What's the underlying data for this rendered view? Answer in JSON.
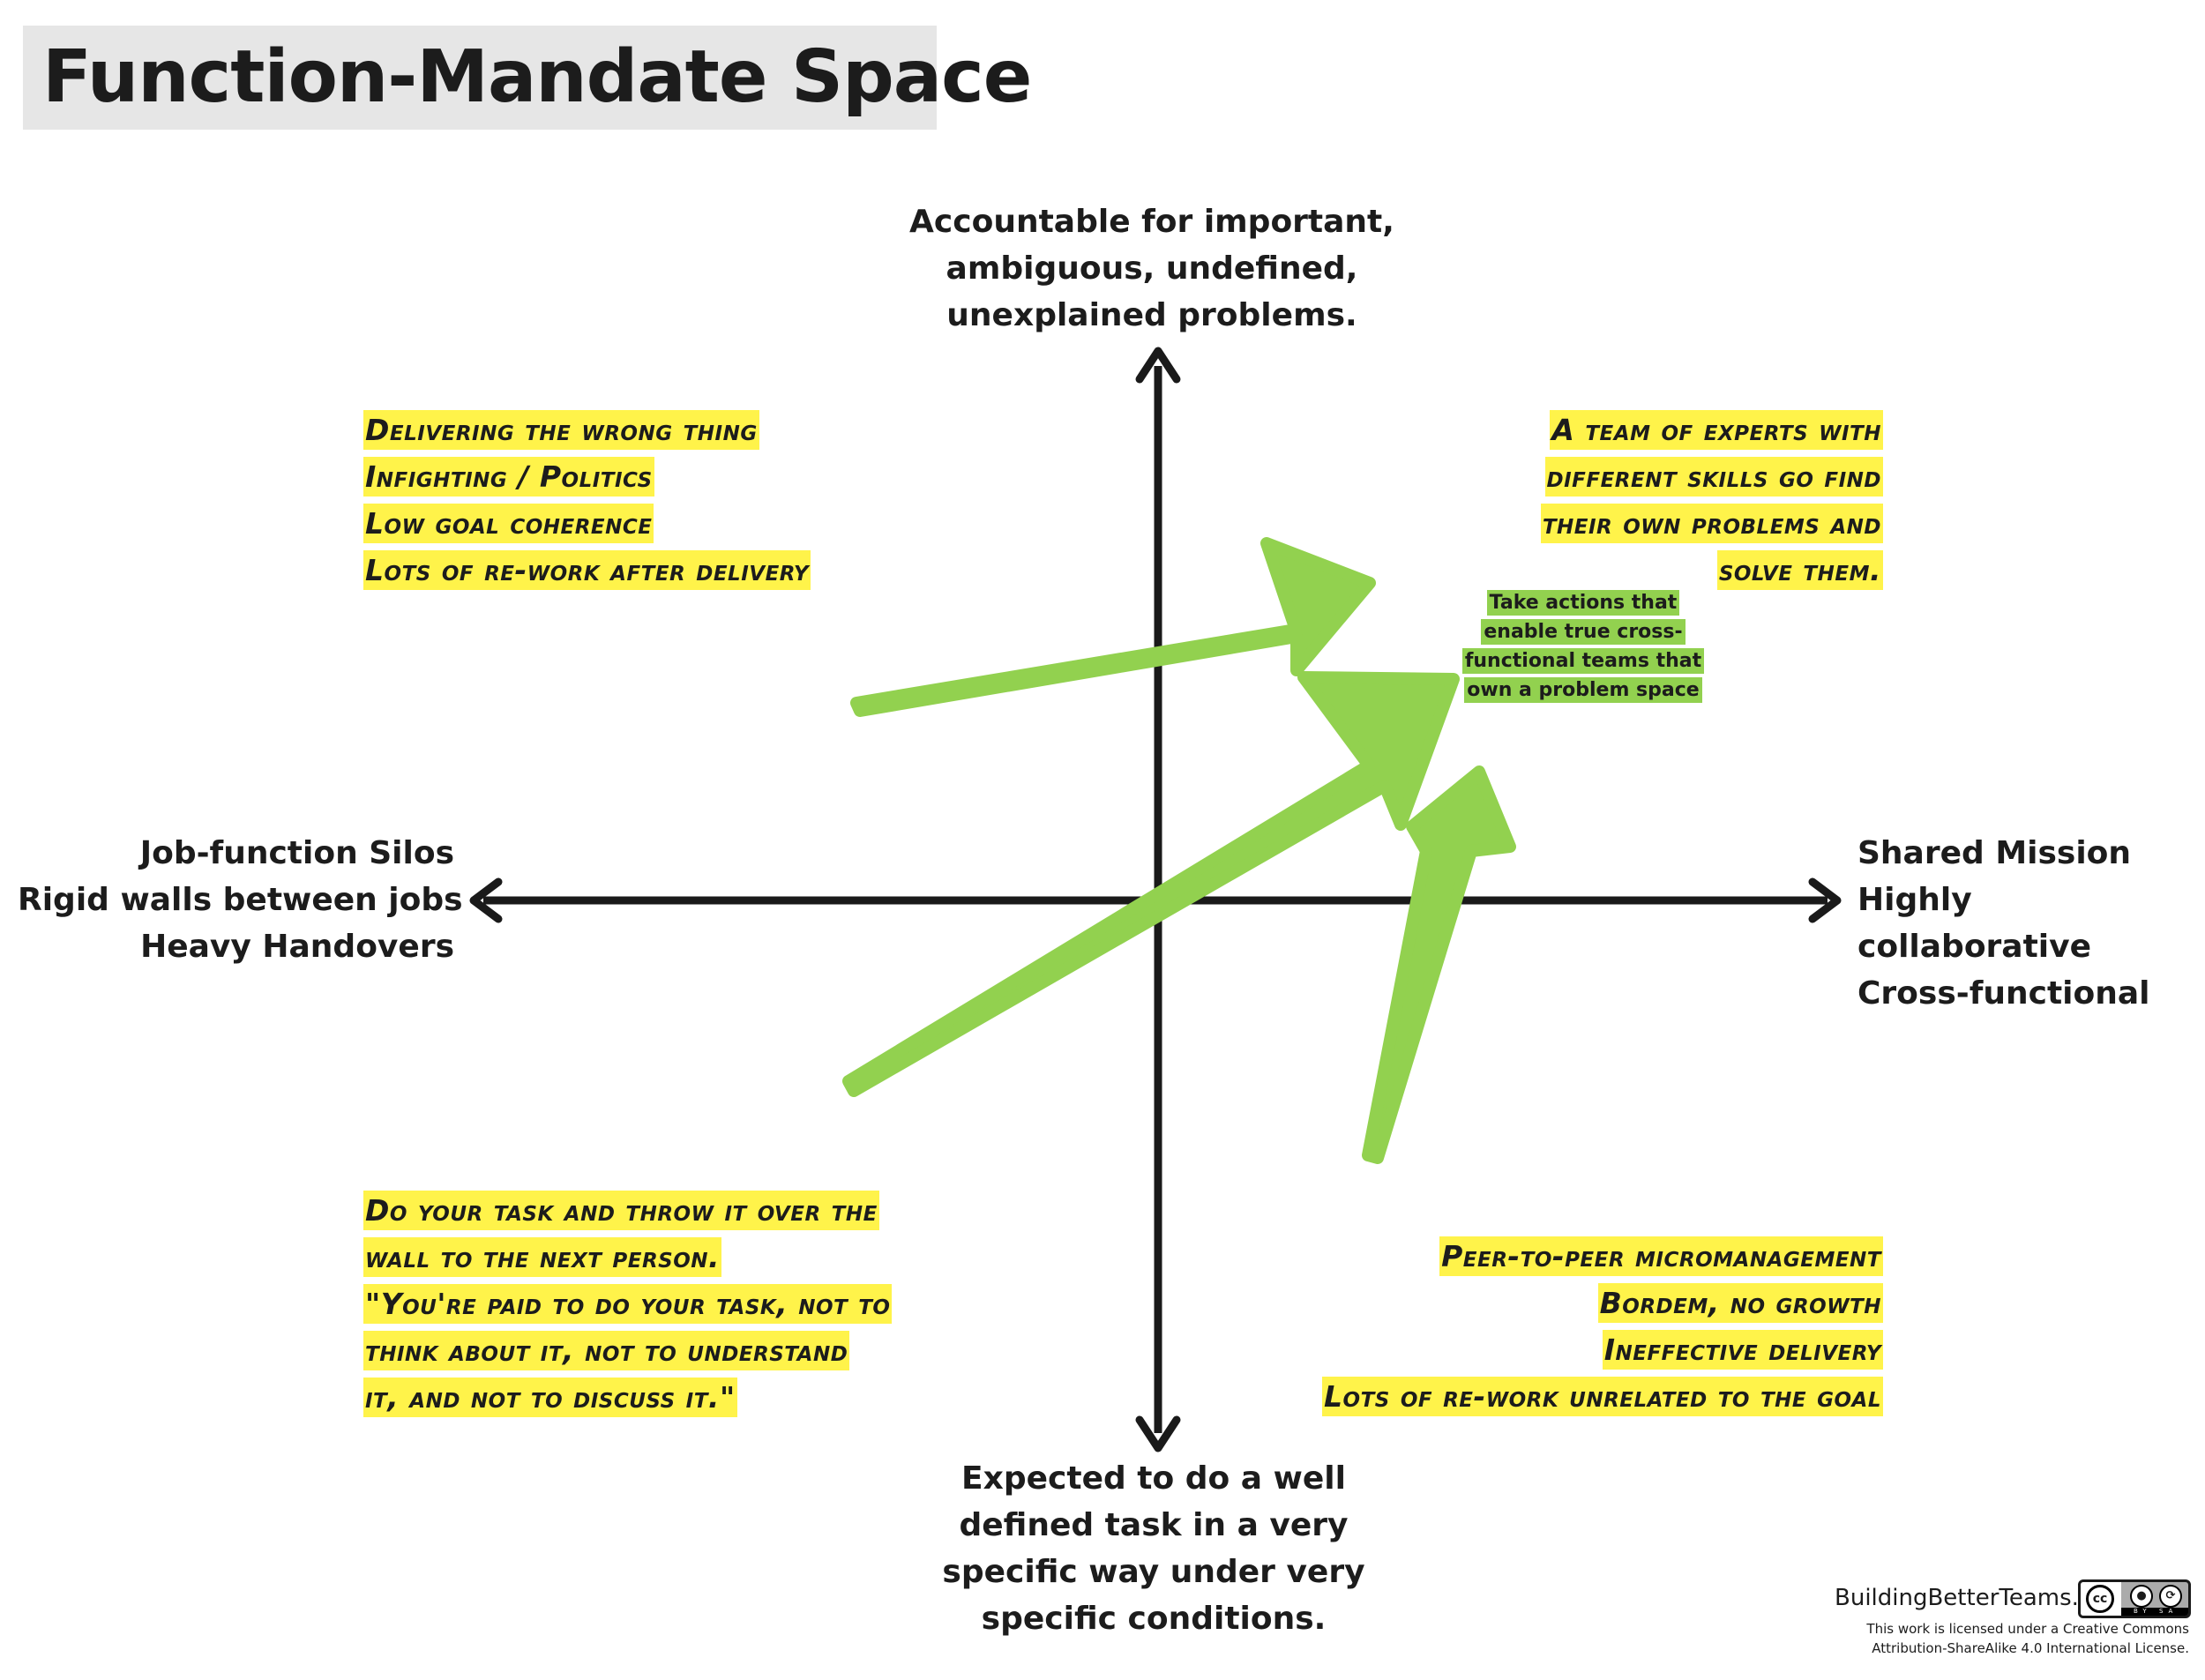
{
  "title": "Function-Mandate Space",
  "axes": {
    "top": [
      "Accountable for important,",
      "ambiguous, undefined,",
      "unexplained problems."
    ],
    "bottom": [
      "Expected to do a well",
      "defined task in a very",
      "specific way under very",
      "specific conditions."
    ],
    "left": [
      "Job-function Silos",
      "Rigid walls between jobs",
      "Heavy Handovers"
    ],
    "right": [
      "Shared Mission",
      "Highly",
      "collaborative",
      "Cross-functional"
    ]
  },
  "quadrants": {
    "top_left": [
      "Delivering the wrong thing",
      "Infighting / Politics",
      "Low goal coherence",
      "Lots of re-work after delivery"
    ],
    "top_right": [
      "A team of experts with",
      "different skills go find",
      "their own problems and",
      "solve them."
    ],
    "bottom_left": [
      "Do your task and throw it over the",
      "wall to the next person.",
      "\"You're paid to do your task, not to",
      "think about it, not to understand",
      "it,  and not to discuss it.\""
    ],
    "bottom_right": [
      "Peer-to-peer micromanagement",
      "Bordem, no growth",
      "Ineffective delivery",
      "Lots of re-work unrelated to the goal"
    ]
  },
  "note": [
    "Take actions that",
    "enable true cross-",
    "functional teams that",
    "own a problem space"
  ],
  "footer": {
    "brand": "BuildingBetterTeams.de",
    "license": [
      "This work is licensed under a Creative Commons",
      "Attribution-ShareAlike 4.0 International License."
    ],
    "badge": {
      "cc": "cc",
      "by": "BY",
      "sa": "SA"
    }
  },
  "colors": {
    "highlight": "#fff34a",
    "arrow": "#92d14f",
    "axis": "#1a1a1a",
    "title_bg": "#e6e6e6"
  }
}
